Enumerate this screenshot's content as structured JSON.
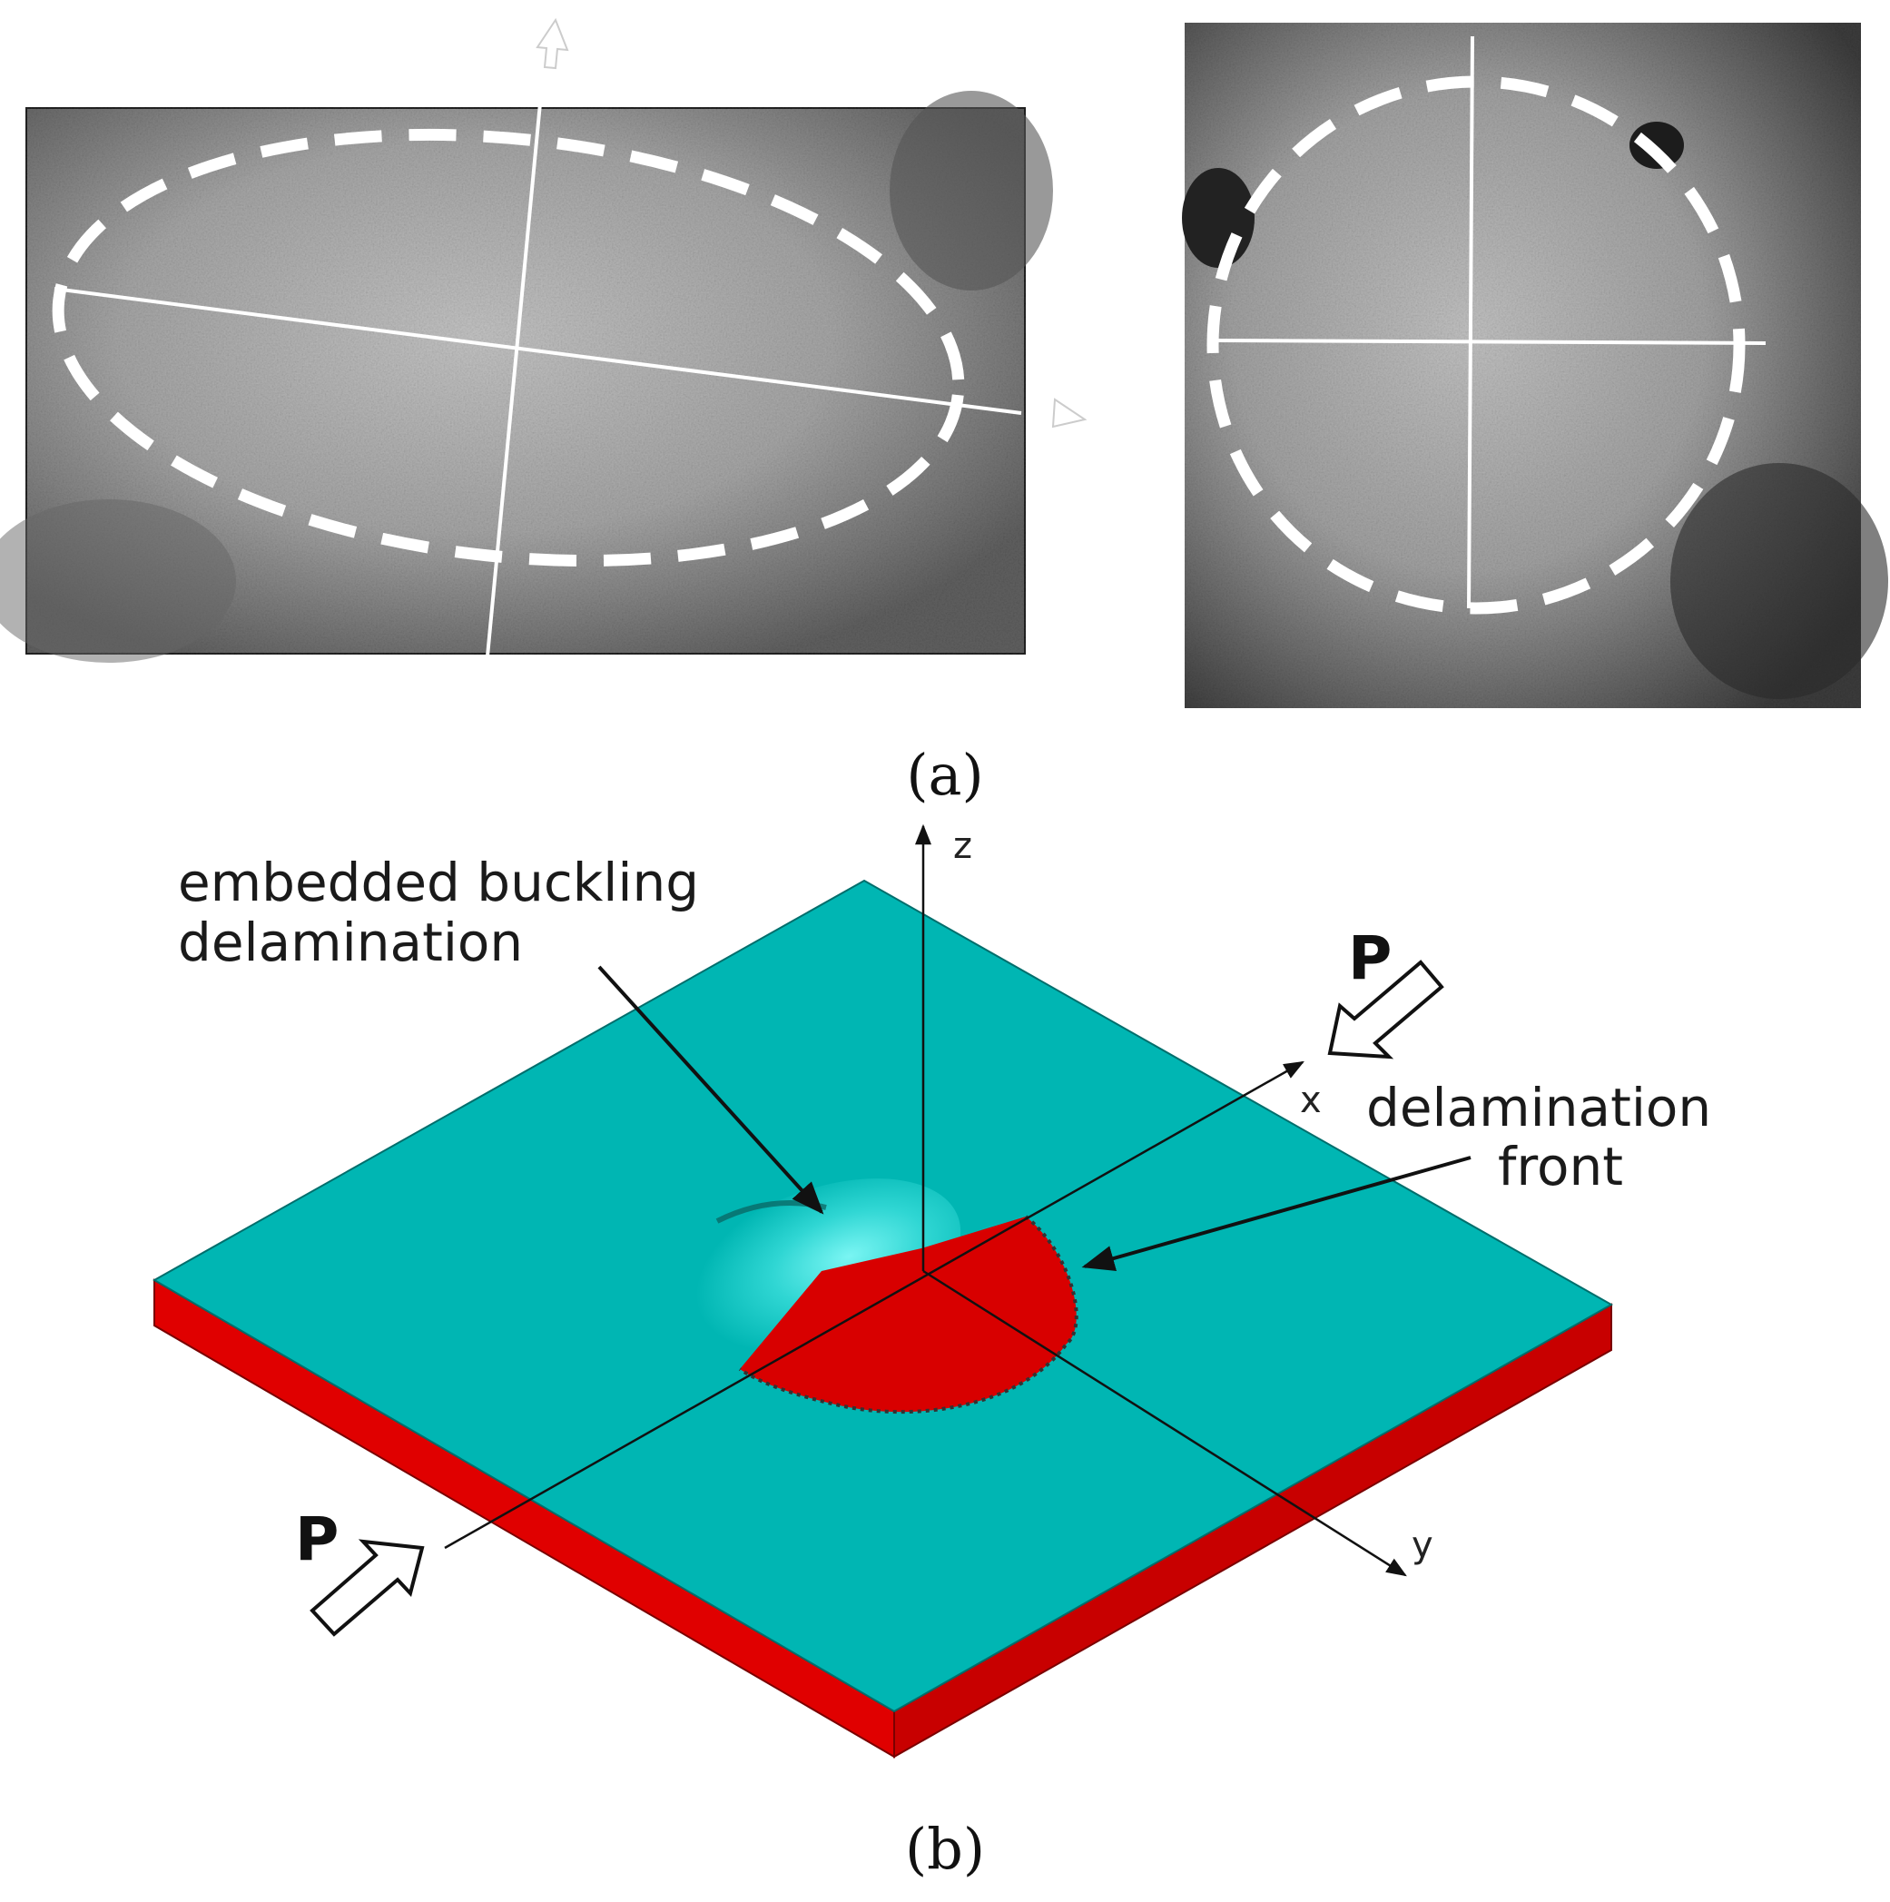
{
  "panel_a": {
    "caption": "(a)"
  },
  "panel_b": {
    "caption": "(b)",
    "callout_buckling": [
      "embedded buckling",
      "delamination"
    ],
    "callout_front": [
      "delamination",
      "front"
    ],
    "axis_z": "z",
    "axis_x": "x",
    "axis_y": "y",
    "load_right": "P",
    "load_left": "P"
  },
  "colors": {
    "plate_top": "#00b6b3",
    "plate_side": "#e00000",
    "delamination": "#d80000",
    "photo_dark": "#4a4a4a",
    "photo_light": "#b8b8b8"
  }
}
